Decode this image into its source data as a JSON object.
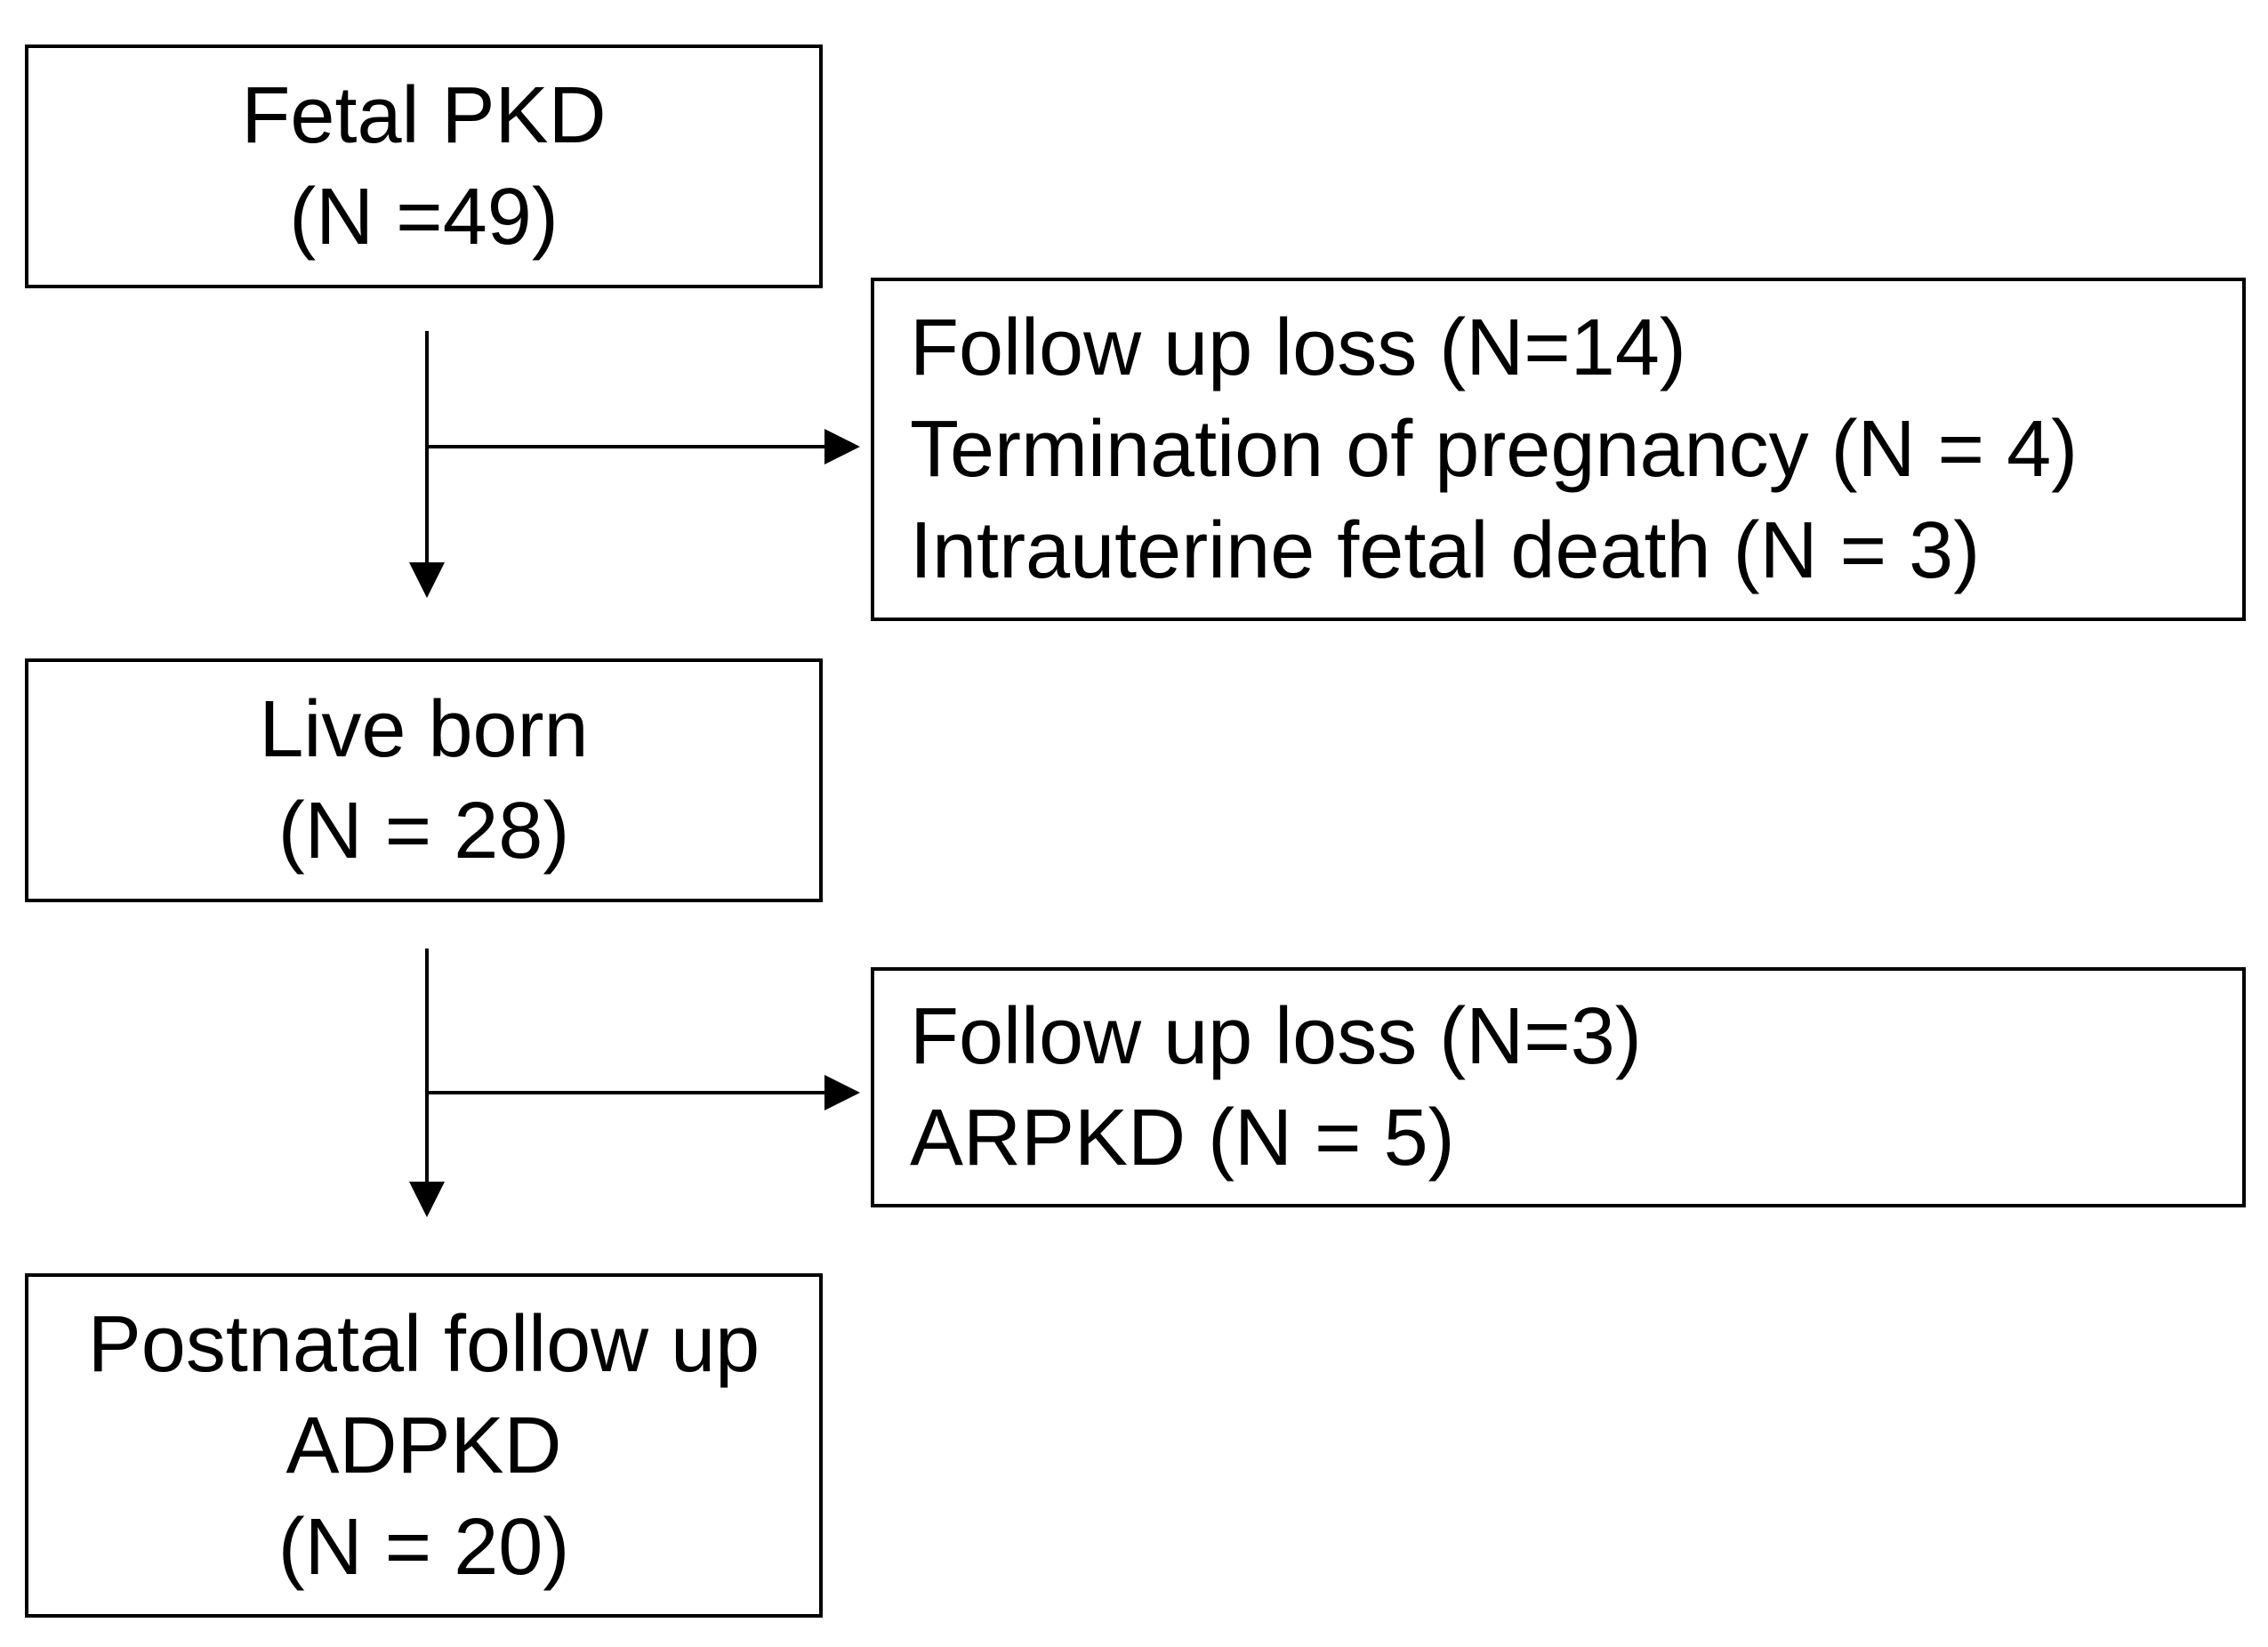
{
  "boxes": {
    "fetal_pkd": {
      "lines": [
        "Fetal PKD",
        "(N =49)"
      ]
    },
    "excluded_1": {
      "lines": [
        "Follow up loss (N=14)",
        "Termination of pregnancy (N = 4)",
        "Intrauterine fetal death (N = 3)"
      ]
    },
    "live_born": {
      "lines": [
        "Live born",
        "(N = 28)"
      ]
    },
    "excluded_2": {
      "lines": [
        "Follow up loss (N=3)",
        "ARPKD (N = 5)"
      ]
    },
    "postnatal": {
      "lines": [
        "Postnatal follow up",
        "ADPKD",
        "(N = 20)"
      ]
    }
  }
}
